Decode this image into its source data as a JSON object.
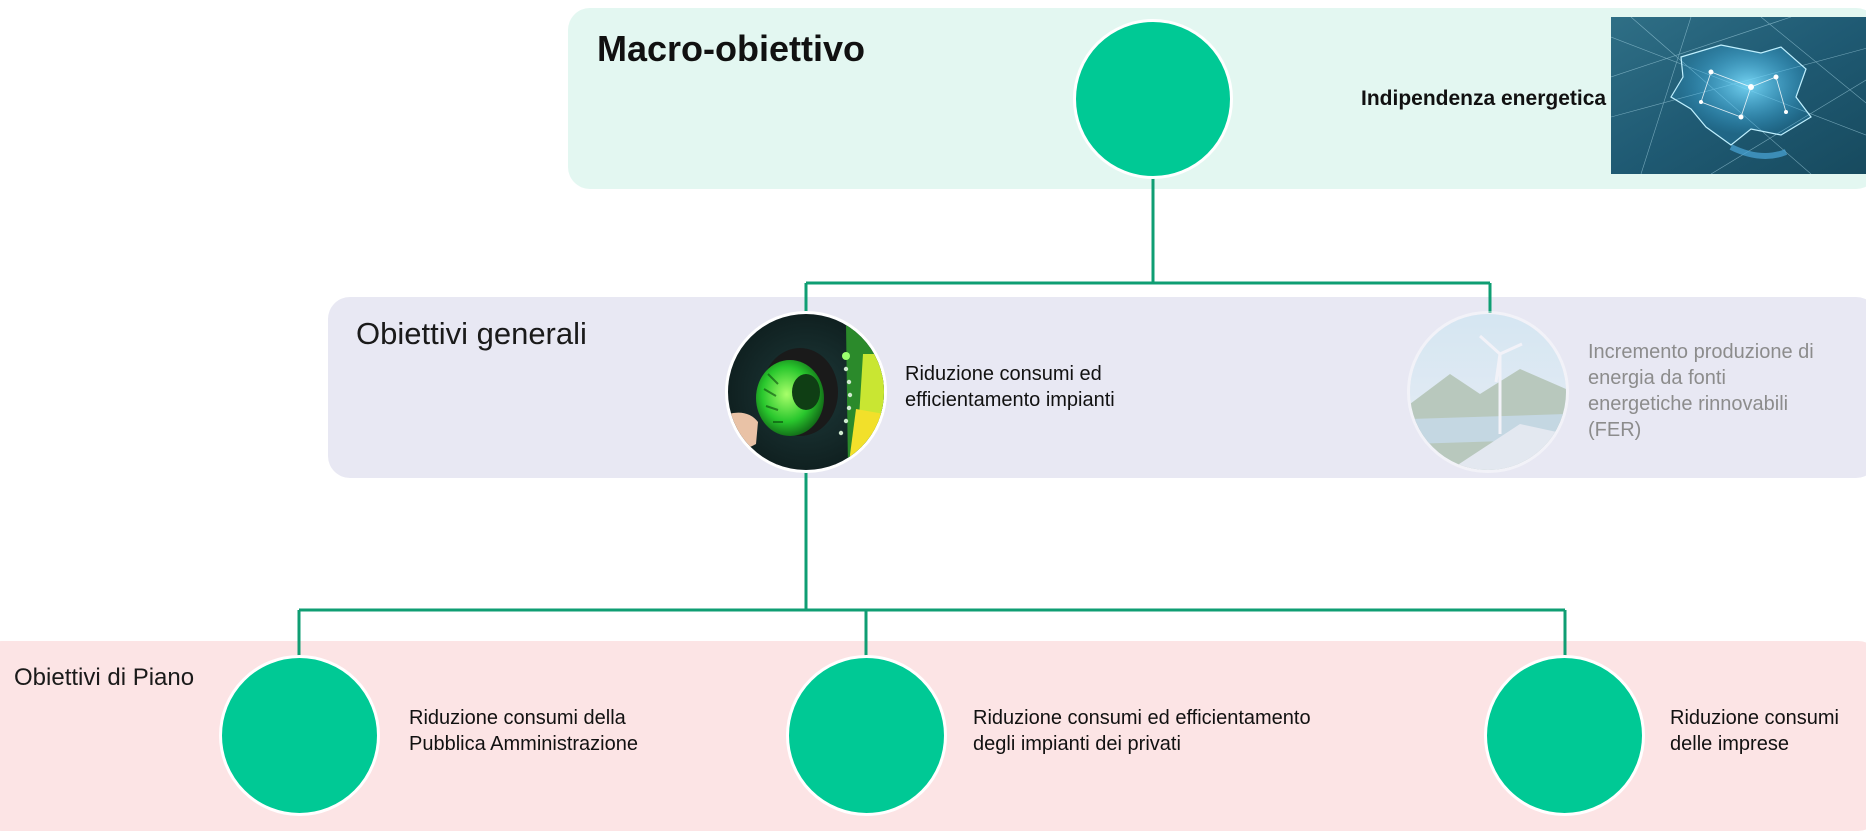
{
  "colors": {
    "accent_green": "#00c995",
    "connector": "#0f9e73",
    "macro_band": "#e3f7f1",
    "generali_band": "#e8e8f3",
    "piano_band": "#fce4e5",
    "muted_text": "#8c8c8c"
  },
  "macro": {
    "title": "Macro-obiettivo",
    "items": [
      {
        "label_lines": [
          "Indipendenza energetica"
        ],
        "icon": "green-circle",
        "image": "energy-network-map"
      }
    ]
  },
  "generali": {
    "title": "Obiettivi generali",
    "items": [
      {
        "label_lines": [
          "Riduzione consumi ed",
          "efficientamento impianti"
        ],
        "image": "green-dial-knob",
        "active": true
      },
      {
        "label_lines": [
          "Incremento produzione di",
          "energia da fonti",
          "energetiche rinnovabili",
          "(FER)"
        ],
        "image": "wind-turbine-dam",
        "active": false
      }
    ]
  },
  "piano": {
    "title": "Obiettivi di Piano",
    "items": [
      {
        "label_lines": [
          "Riduzione consumi della",
          "Pubblica Amministrazione"
        ],
        "icon": "green-circle"
      },
      {
        "label_lines": [
          "Riduzione consumi ed efficientamento",
          "degli impianti dei privati"
        ],
        "icon": "green-circle"
      },
      {
        "label_lines": [
          "Riduzione consumi",
          "delle imprese"
        ],
        "icon": "green-circle"
      }
    ]
  }
}
